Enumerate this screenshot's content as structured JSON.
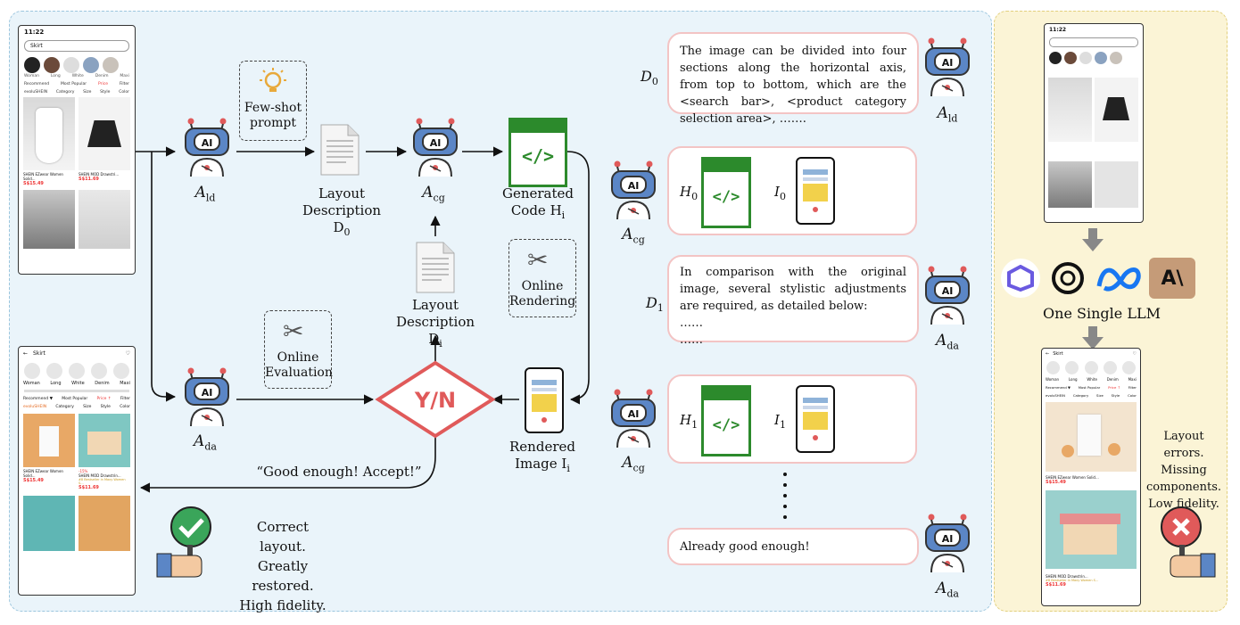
{
  "colors": {
    "left_panel": "#eaf4fa",
    "right_panel": "#fbf4d6",
    "code_green": "#2c8a2c",
    "decision_red": "#e05a5a",
    "bubble_border": "#f3c4c4",
    "robot_blue": "#5b86c6"
  },
  "phone_top": {
    "time": "11:22",
    "search": "Skirt",
    "categories": [
      "Woman",
      "Long",
      "White",
      "Denim",
      "Maxi"
    ],
    "filters": [
      "Recommend",
      "Most Popular",
      "Price",
      "Filter"
    ],
    "chips": [
      "evoluSHEIN",
      "Category",
      "Size",
      "Style",
      "Color"
    ],
    "product1_title": "SHEIN EZwear Women Solid...",
    "product1_price": "S$15.49",
    "product2_title": "SHEIN MOD Drawstri...",
    "product2_price": "S$11.69"
  },
  "phone_bottom": {
    "search": "Skirt",
    "categories": [
      "Woman",
      "Long",
      "White",
      "Denim",
      "Maxi"
    ],
    "filters": [
      "Recommend ▼",
      "Most Popular",
      "Price ↑",
      "Filter"
    ],
    "chips": [
      "evoluSHEIN",
      "Category",
      "Size",
      "Style",
      "Color"
    ],
    "product1_title": "SHEIN EZwear Women Solid...",
    "product1_price": "S$15.49",
    "product2_tag": "-15%",
    "product2_title": "SHEIN MOD Drawstrin...",
    "product2_note": "#8 Bestseller in Maxy Women S...",
    "product2_price": "S$11.69"
  },
  "phone_right_top": {
    "time": "11:22"
  },
  "phone_right_bottom": {
    "search": "Skirt",
    "categories": [
      "Woman",
      "Long",
      "White",
      "Denim",
      "Maxi"
    ],
    "filters": [
      "Recommend ▼",
      "Most Popular",
      "Price ↑",
      "Filter"
    ],
    "chips": [
      "evoluSHEIN",
      "Category",
      "Size",
      "Style",
      "Color"
    ],
    "product1_title": "SHEIN EZwear Women Solid...",
    "product1_price": "S$15.49",
    "product2_title": "SHEIN MOD Drawstrin...",
    "product2_note": "#8 Bestseller in Maxy Women S...",
    "product2_price": "S$11.69"
  },
  "agents": {
    "ld": "A",
    "ld_sub": "ld",
    "cg": "A",
    "cg_sub": "cg",
    "da": "A",
    "da_sub": "da",
    "robot_text": "AI"
  },
  "labels": {
    "few_shot": "Few-shot prompt",
    "layout_desc_0": "Layout",
    "layout_desc_0b": "Description D",
    "layout_desc_0_sub": "0",
    "layout_desc_i": "Layout",
    "layout_desc_ib": "Description D",
    "layout_desc_i_sub": "i",
    "generated_code": "Generated",
    "generated_code_b": "Code H",
    "generated_code_sub": "i",
    "online_rendering": "Online Rendering",
    "online_evaluation": "Online Evaluation",
    "rendered_image": "Rendered",
    "rendered_image_b": "Image I",
    "rendered_image_sub": "i",
    "decision": "Y/N",
    "accept": "“Good enough! Accept!”",
    "result_good_1": "Correct layout.",
    "result_good_2": "Greatly restored.",
    "result_good_3": "High fidelity."
  },
  "conversation": {
    "d0_label": "D",
    "d0_sub": "0",
    "d0_text": "The image can be divided into four sections along the horizontal axis, from top to bottom, which are the <search bar>, <product category selection area>, …….",
    "h0_label": "H",
    "h0_sub": "0",
    "i0_label": "I",
    "i0_sub": "0",
    "d1_label": "D",
    "d1_sub": "1",
    "d1_text": "In comparison with the original image, several stylistic adjustments are required, as detailed below:",
    "d1_more_1": "……",
    "d1_more_2": "……",
    "h1_label": "H",
    "h1_sub": "1",
    "i1_label": "I",
    "i1_sub": "1",
    "final_text": "Already good enough!"
  },
  "right_panel": {
    "llm_caption": "One Single LLM",
    "logos": [
      "qwen-logo",
      "openai-logo",
      "meta-logo",
      "anthropic-logo"
    ],
    "logo_anthropic_text": "A\\",
    "result_bad_1": "Layout errors.",
    "result_bad_2": "Missing",
    "result_bad_3": "components.",
    "result_bad_4": "Low fidelity."
  }
}
